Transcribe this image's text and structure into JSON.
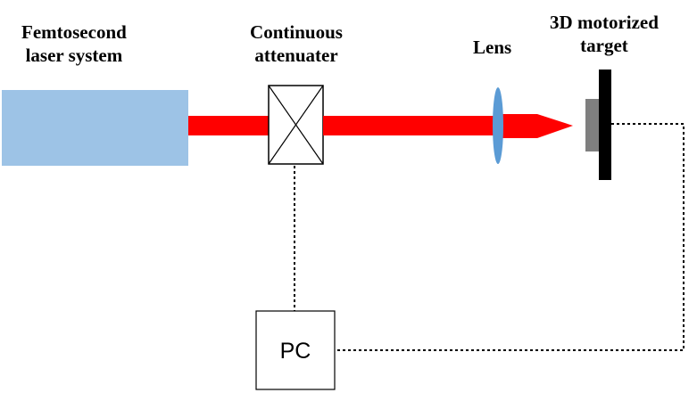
{
  "labels": {
    "laser": [
      "Femtosecond",
      "laser system"
    ],
    "attenuator": [
      "Continuous",
      "attenuater"
    ],
    "lens": "Lens",
    "target": [
      "3D motorized",
      "target"
    ],
    "pc": "PC"
  },
  "colors": {
    "laser_body": "#9dc3e6",
    "beam": "#ff0000",
    "lens": "#5b9bd5",
    "target_sample": "#7f7f7f",
    "target_stage": "#000000",
    "line": "#000000"
  }
}
